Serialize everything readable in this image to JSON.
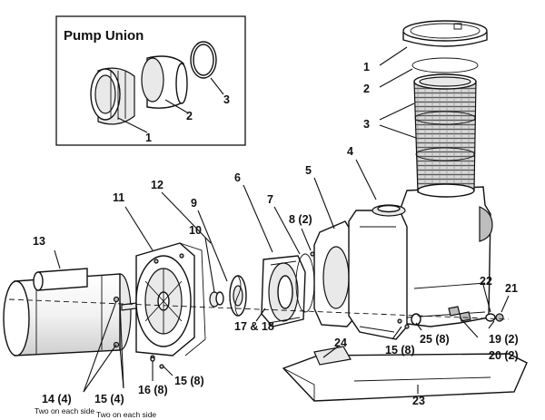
{
  "inset_title": "Pump Union",
  "inset_labels": {
    "c1": "1",
    "c2": "2",
    "c3": "3"
  },
  "labels": {
    "l1": "1",
    "l2": "2",
    "l3": "3",
    "l4": "4",
    "l5": "5",
    "l6": "6",
    "l7": "7",
    "l8": "8 (2)",
    "l9": "9",
    "l10": "10",
    "l11": "11",
    "l12": "12",
    "l13": "13",
    "l14": "14 (4)",
    "l15a": "15 (4)",
    "l15b": "15 (8)",
    "l15c": "15 (8)",
    "l16": "16 (8)",
    "l1718": "17 & 18",
    "l19": "19 (2)",
    "l20": "20 (2)",
    "l21": "21",
    "l22": "22",
    "l23": "23",
    "l24": "24",
    "l25": "25 (8)"
  },
  "notes": {
    "n14": "Two on each side",
    "n15": "Two on each side"
  }
}
